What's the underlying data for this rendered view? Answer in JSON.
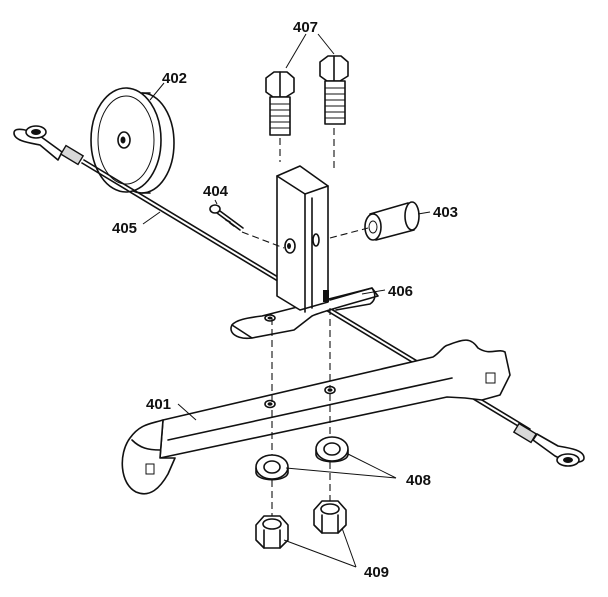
{
  "diagram": {
    "callouts": {
      "p401": "401",
      "p402": "402",
      "p403": "403",
      "p404": "404",
      "p405": "405",
      "p406": "406",
      "p407": "407",
      "p408": "408",
      "p409": "409"
    }
  }
}
